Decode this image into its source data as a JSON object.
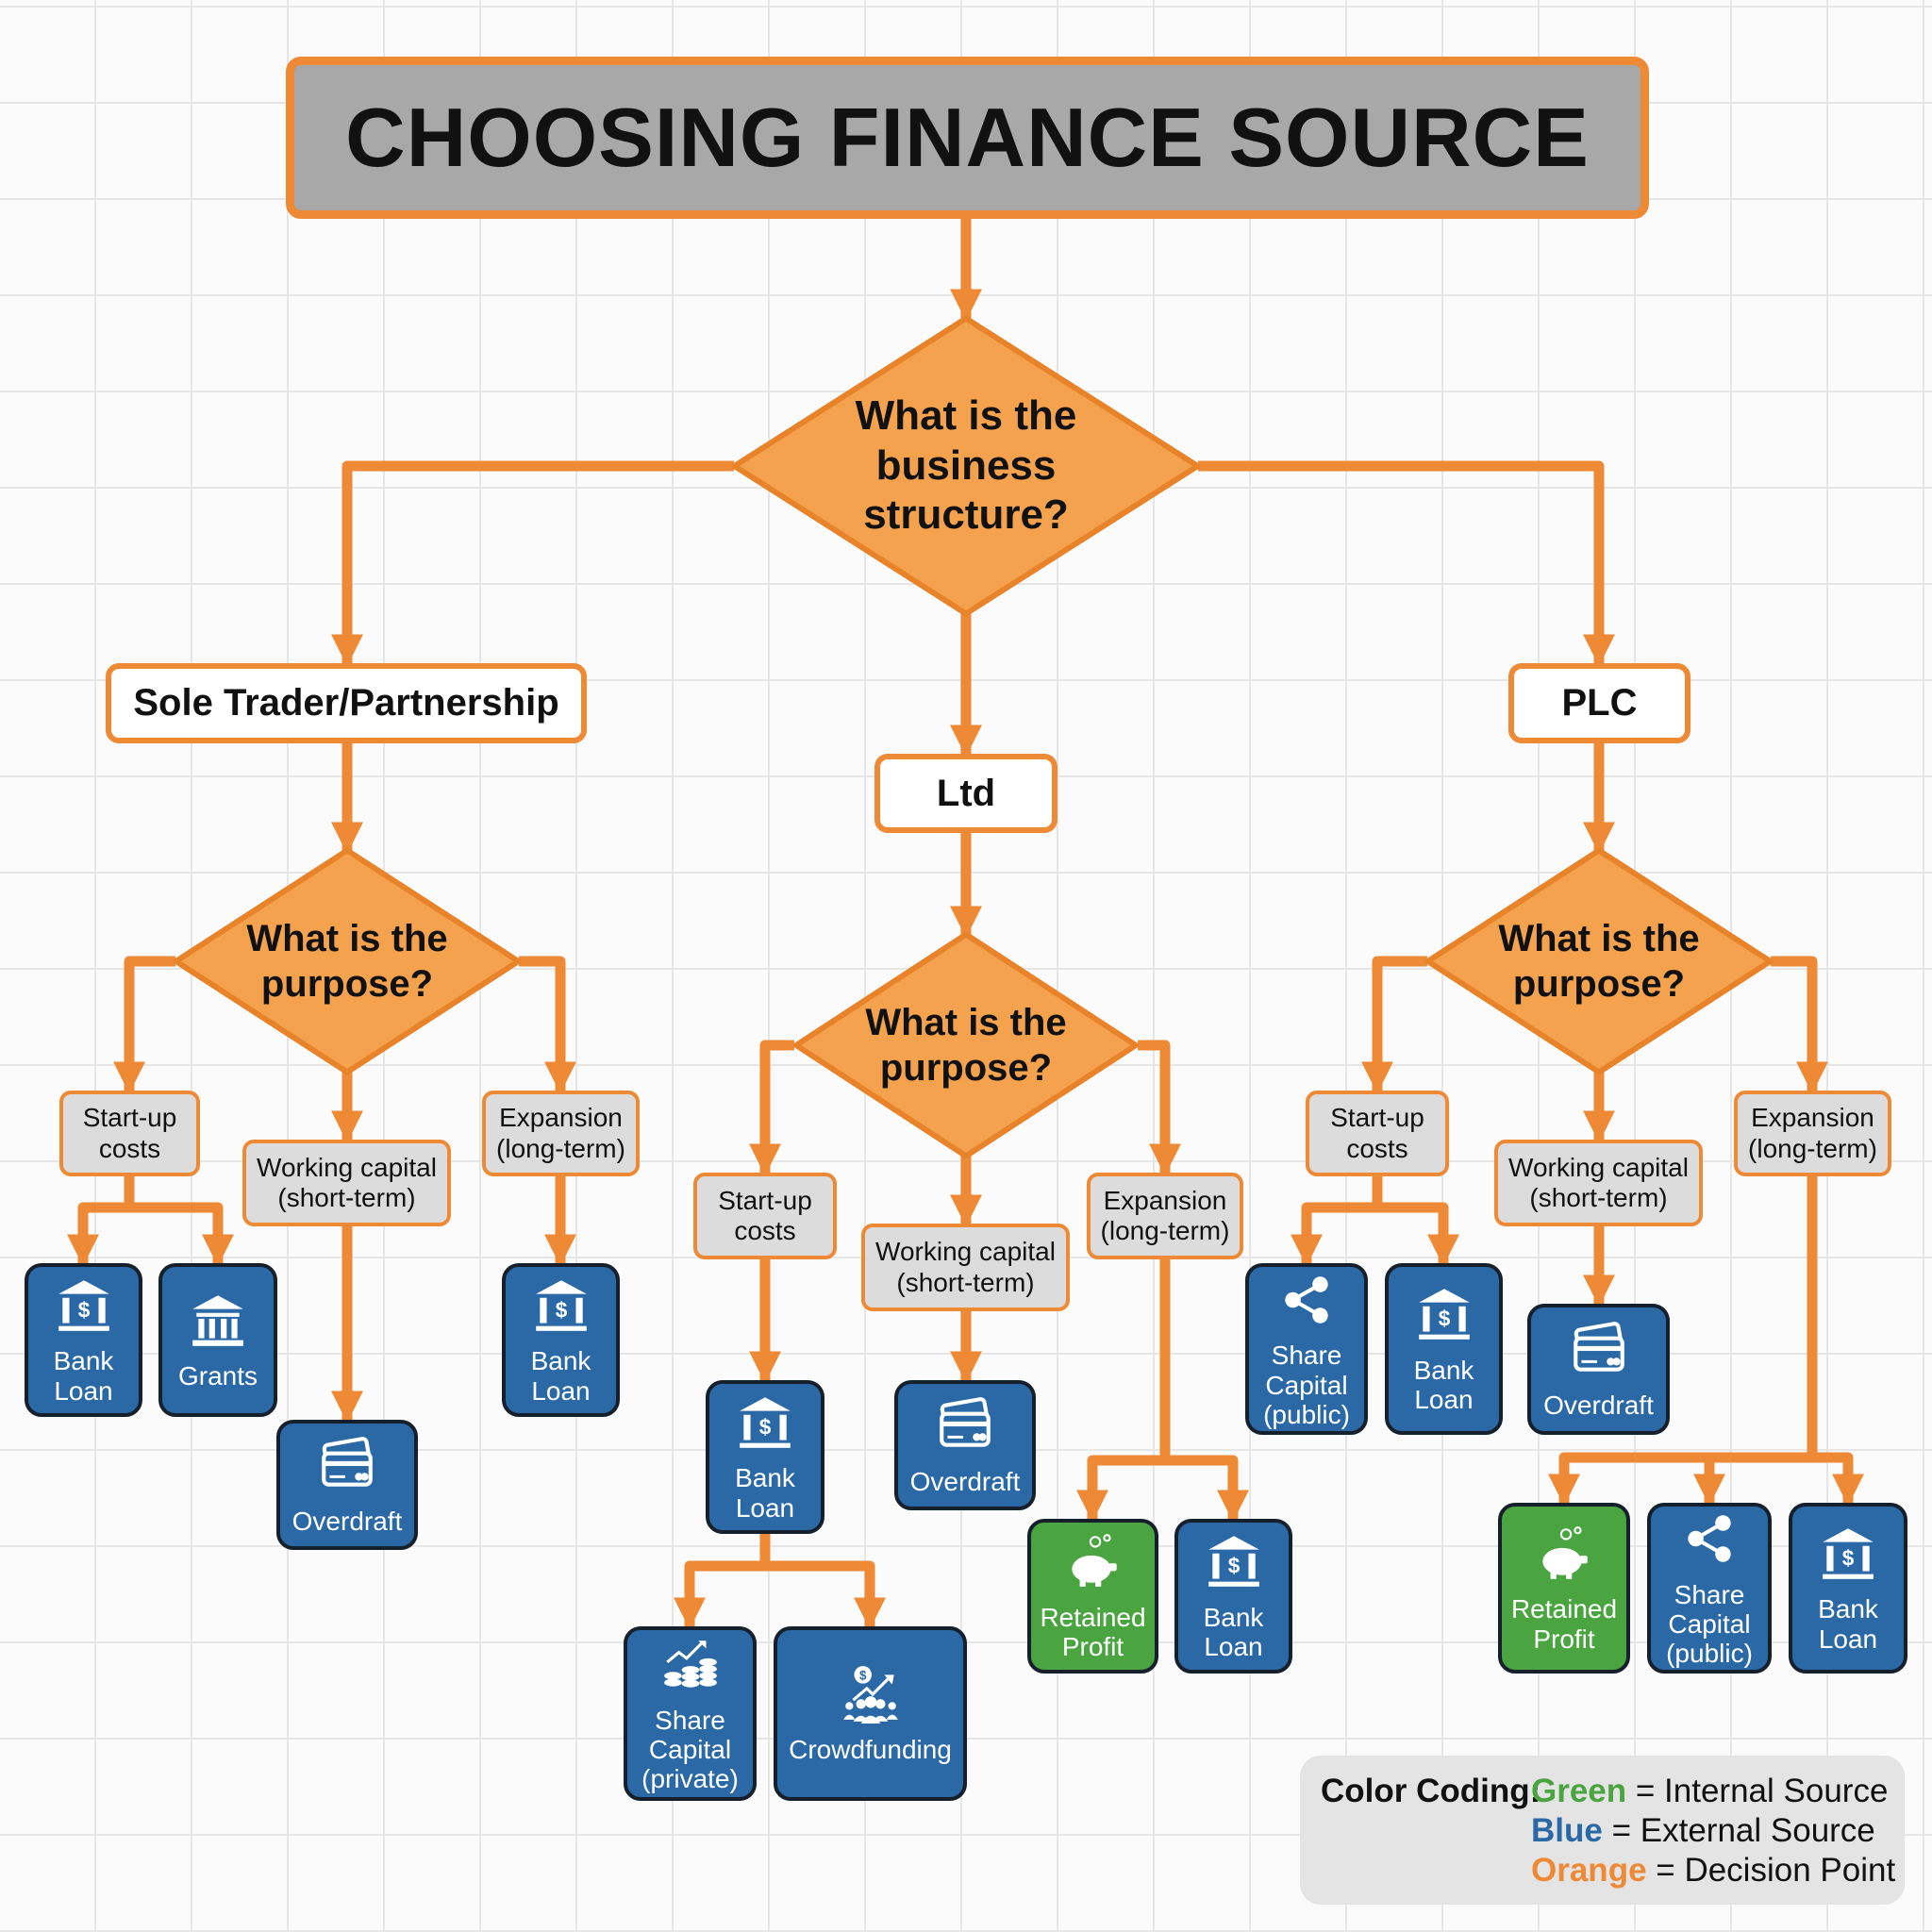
{
  "title": "CHOOSING FINANCE SOURCE",
  "root_question": "What is the business structure?",
  "colors": {
    "decision": "#f4a24e",
    "connector": "#ee8a35",
    "internal": "#4aa540",
    "external": "#2a69a6",
    "title_fill": "#a8a8a8",
    "purpose_fill": "#dcdcdc"
  },
  "branches": [
    {
      "label": "Sole Trader/Partnership",
      "question": "What is the purpose?",
      "purposes": [
        {
          "label": "Start-up costs",
          "sources": [
            {
              "label": "Bank Loan",
              "type": "external",
              "icon": "bank-icon"
            },
            {
              "label": "Grants",
              "type": "external",
              "icon": "government-building-icon"
            }
          ]
        },
        {
          "label": "Working capital (short-term)",
          "sources": [
            {
              "label": "Overdraft",
              "type": "external",
              "icon": "credit-card-icon"
            }
          ]
        },
        {
          "label": "Expansion (long-term)",
          "sources": [
            {
              "label": "Bank Loan",
              "type": "external",
              "icon": "bank-icon"
            }
          ]
        }
      ]
    },
    {
      "label": "Ltd",
      "question": "What is the purpose?",
      "purposes": [
        {
          "label": "Start-up costs",
          "sources": [
            {
              "label": "Bank Loan",
              "type": "external",
              "icon": "bank-icon"
            },
            {
              "label": "Share Capital (private)",
              "type": "external",
              "icon": "coins-growth-icon"
            },
            {
              "label": "Crowdfunding",
              "type": "external",
              "icon": "crowd-funding-icon"
            }
          ]
        },
        {
          "label": "Working capital (short-term)",
          "sources": [
            {
              "label": "Overdraft",
              "type": "external",
              "icon": "credit-card-icon"
            }
          ]
        },
        {
          "label": "Expansion (long-term)",
          "sources": [
            {
              "label": "Retained Profit",
              "type": "internal",
              "icon": "piggy-bank-icon"
            },
            {
              "label": "Bank Loan",
              "type": "external",
              "icon": "bank-icon"
            }
          ]
        }
      ]
    },
    {
      "label": "PLC",
      "question": "What is the purpose?",
      "purposes": [
        {
          "label": "Start-up costs",
          "sources": [
            {
              "label": "Share Capital (public)",
              "type": "external",
              "icon": "share-icon"
            },
            {
              "label": "Bank Loan",
              "type": "external",
              "icon": "bank-icon"
            }
          ]
        },
        {
          "label": "Working capital (short-term)",
          "sources": [
            {
              "label": "Overdraft",
              "type": "external",
              "icon": "credit-card-icon"
            }
          ]
        },
        {
          "label": "Expansion (long-term)",
          "sources": [
            {
              "label": "Retained Profit",
              "type": "internal",
              "icon": "piggy-bank-icon"
            },
            {
              "label": "Share Capital (public)",
              "type": "external",
              "icon": "share-icon"
            },
            {
              "label": "Bank Loan",
              "type": "external",
              "icon": "bank-icon"
            }
          ]
        }
      ]
    }
  ],
  "legend": {
    "heading": "Color Coding:",
    "items": [
      {
        "word": "Green",
        "meaning": "= Internal Source",
        "color": "#4aa540"
      },
      {
        "word": "Blue",
        "meaning": "= External Source",
        "color": "#2a69a6"
      },
      {
        "word": "Orange",
        "meaning": "= Decision Point",
        "color": "#ee8a35"
      }
    ]
  }
}
